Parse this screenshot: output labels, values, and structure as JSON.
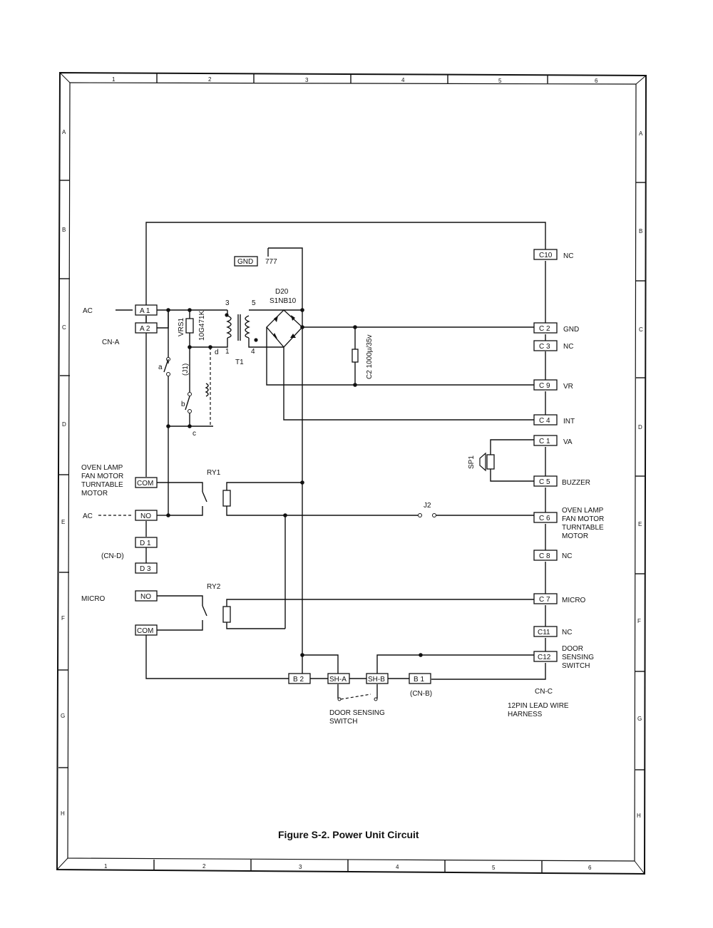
{
  "frame": {
    "columns": [
      "1",
      "2",
      "3",
      "4",
      "5",
      "6"
    ],
    "rows": [
      "A",
      "B",
      "C",
      "D",
      "E",
      "F",
      "G",
      "H"
    ]
  },
  "caption": "Figure S-2. Power Unit Circuit",
  "left_labels": {
    "ac_top": "AC",
    "cn_a": "CN-A",
    "oven_lamp": "OVEN LAMP",
    "fan_motor": "FAN MOTOR",
    "turntable": "TURNTABLE",
    "motor": "MOTOR",
    "ac_bottom": "AC",
    "cn_d": "(CN-D)",
    "micro": "MICRO"
  },
  "connectors": {
    "a1": "A 1",
    "a2": "A 2",
    "com1": "COM",
    "no1": "NO",
    "d1": "D 1",
    "d3": "D 3",
    "no2": "NO",
    "com2": "COM",
    "b2": "B 2",
    "sha": "SH-A",
    "shb": "SH-B",
    "b1": "B 1",
    "c10": "C10",
    "c2": "C 2",
    "c3": "C 3",
    "c9": "C 9",
    "c4": "C 4",
    "c1": "C 1",
    "c5": "C 5",
    "c6": "C 6",
    "c8": "C 8",
    "c7": "C 7",
    "c11": "C11",
    "c12": "C12",
    "gnd": "GND"
  },
  "right_labels": {
    "c10": "NC",
    "c2": "GND",
    "c3": "NC",
    "c9": "VR",
    "c4": "INT",
    "c1": "VA",
    "c5": "BUZZER",
    "c6_1": "OVEN LAMP",
    "c6_2": "FAN MOTOR",
    "c6_3": "TURNTABLE",
    "c6_4": "MOTOR",
    "c8": "NC",
    "c7": "MICRO",
    "c11": "NC",
    "c12_1": "DOOR",
    "c12_2": "SENSING",
    "c12_3": "SWITCH",
    "cn_c": "CN-C",
    "harness_1": "12PIN LEAD WIRE",
    "harness_2": "HARNESS"
  },
  "components": {
    "d20": "D20",
    "s1nb10": "S1NB10",
    "vrs1": "VRS1",
    "vrs_part": "10G471K",
    "t1": "T1",
    "pin3": "3",
    "pin5": "5",
    "pin1": "1",
    "pin4": "4",
    "c2_cap": "C2 1000µ/35v",
    "j1": "(J1)",
    "a": "a",
    "b": "b",
    "c": "c",
    "d": "d",
    "ry1": "RY1",
    "ry2": "RY2",
    "j2": "J2",
    "sp1": "SP1",
    "cn_b": "(CN-B)",
    "door_1": "DOOR SENSING",
    "door_2": "SWITCH",
    "gnd_sym": "777"
  }
}
